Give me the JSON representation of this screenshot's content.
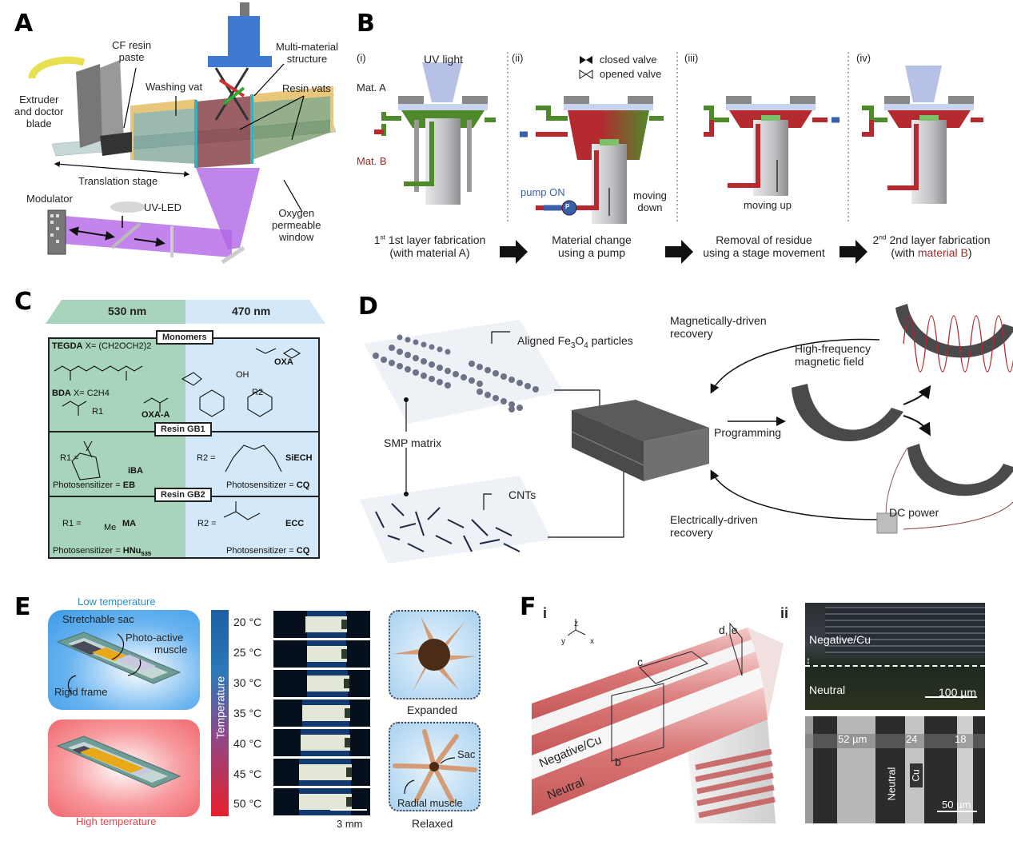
{
  "panels": {
    "A": {
      "letter": "A",
      "labels": {
        "cf_resin_1": "CF resin",
        "cf_resin_2": "paste",
        "multi_1": "Multi-material",
        "multi_2": "structure",
        "extruder_1": "Extruder",
        "extruder_2": "and doctor",
        "extruder_3": "blade",
        "washing_vat": "Washing vat",
        "resin_vats": "Resin vats",
        "translation_stage": "Translation stage",
        "modulator": "Modulator",
        "uv_led": "UV-LED",
        "oxygen_1": "Oxygen",
        "oxygen_2": "permeable",
        "oxygen_3": "window"
      }
    },
    "B": {
      "letter": "B",
      "steps": [
        {
          "num": "(i)",
          "caption_1": "1st layer fabrication",
          "caption_2": "(with material A)"
        },
        {
          "num": "(ii)",
          "caption_1": "Material change",
          "caption_2": "using a pump"
        },
        {
          "num": "(iii)",
          "caption_1": "Removal of residue",
          "caption_2": "using a stage movement"
        },
        {
          "num": "(iv)",
          "caption_1": "2nd layer fabrication",
          "caption_2_prefix": "(with ",
          "caption_2_highlight": "material B",
          "caption_2_suffix": ")"
        }
      ],
      "labels": {
        "uv_light": "UV light",
        "mat_a": "Mat. A",
        "mat_b": "Mat. B",
        "closed_valve": "closed valve",
        "opened_valve": "opened valve",
        "pump_on": "pump ON",
        "pump_symbol": "P",
        "moving_down_1": "moving",
        "moving_down_2": "down",
        "moving_up": "moving up",
        "ordinal_st": "st",
        "ordinal_nd": "nd"
      },
      "colors": {
        "material_a": "#4e8a2a",
        "material_b": "#b52a2f",
        "pump": "#3a5fa8",
        "uv": "#aab6e0"
      }
    },
    "C": {
      "letter": "C",
      "wavelengths": [
        "530 nm",
        "470 nm"
      ],
      "sections": [
        "Monomers",
        "Resin GB1",
        "Resin GB2"
      ],
      "monomers": {
        "tegda": "TEGDA",
        "tegda_x": "X= (CH2OCH2)2",
        "bda": "BDA",
        "bda_x": "X= C2H4",
        "oxa": "OXA",
        "oxa_a": "OXA-A",
        "oh": "OH",
        "r1": "R1",
        "r2": "R2"
      },
      "gb1": {
        "r1_eq": "R1 =",
        "r1_name": "iBA",
        "r2_eq": "R2 =",
        "r2_name": "SiECH",
        "ps_left": "Photosensitizer = ",
        "ps_left_val": "EB",
        "ps_right": "Photosensitizer = ",
        "ps_right_val": "CQ"
      },
      "gb2": {
        "r1_eq": "R1 =",
        "r1_group": "Me",
        "r1_name": "MA",
        "r2_eq": "R2 =",
        "r2_name": "ECC",
        "ps_left": "Photosensitizer = ",
        "ps_left_val": "HNu",
        "ps_left_sub": "535",
        "ps_right": "Photosensitizer = ",
        "ps_right_val": "CQ"
      },
      "colors": {
        "green": "#a8d4bb",
        "blue": "#d3e8f8"
      }
    },
    "D": {
      "letter": "D",
      "labels": {
        "aligned_prefix": "Aligned Fe",
        "aligned_sub1": "3",
        "aligned_mid": "O",
        "aligned_sub2": "4",
        "aligned_suffix": " particles",
        "smp_matrix": "SMP matrix",
        "cnts": "CNTs",
        "mag_1": "Magnetically-driven",
        "mag_2": "recovery",
        "hf_1": "High-frequency",
        "hf_2": "magnetic field",
        "programming": "Programming",
        "elec_1": "Electrically-driven",
        "elec_2": "recovery",
        "dc_power": "DC power"
      }
    },
    "E": {
      "letter": "E",
      "labels": {
        "low_temp": "Low temperature",
        "high_temp": "High temperature",
        "stretchable_sac": "Stretchable sac",
        "photo_active_1": "Photo-active",
        "photo_active_2": "muscle",
        "rigid_frame": "Rigid frame",
        "colorbar_title": "Temperature",
        "scale_bar": "3 mm",
        "expanded": "Expanded",
        "relaxed": "Relaxed",
        "sac": "Sac",
        "radial_muscle": "Radial muscle"
      },
      "temperatures": [
        "20 °C",
        "25 °C",
        "30 °C",
        "35 °C",
        "40 °C",
        "45 °C",
        "50 °C"
      ],
      "colors": {
        "cold": "#1e5fa6",
        "hot": "#e8202c"
      }
    },
    "F": {
      "letter": "F",
      "sub_i": "i",
      "sub_ii": "ii",
      "labels": {
        "axis_z": "z",
        "axis_y": "y",
        "axis_x": "x",
        "box_b": "b",
        "box_c": "c",
        "box_de": "d, e",
        "negative_cu": "Negative/Cu",
        "neutral": "Neutral",
        "micro_neg": "Negative/Cu",
        "micro_neutral": "Neutral",
        "scale_100": "100 µm",
        "w52": "52 µm",
        "w24": "24",
        "w18": "18",
        "neutral_v": "Neutral",
        "cu_v": "Cu",
        "scale_50": "50 µm"
      }
    }
  }
}
